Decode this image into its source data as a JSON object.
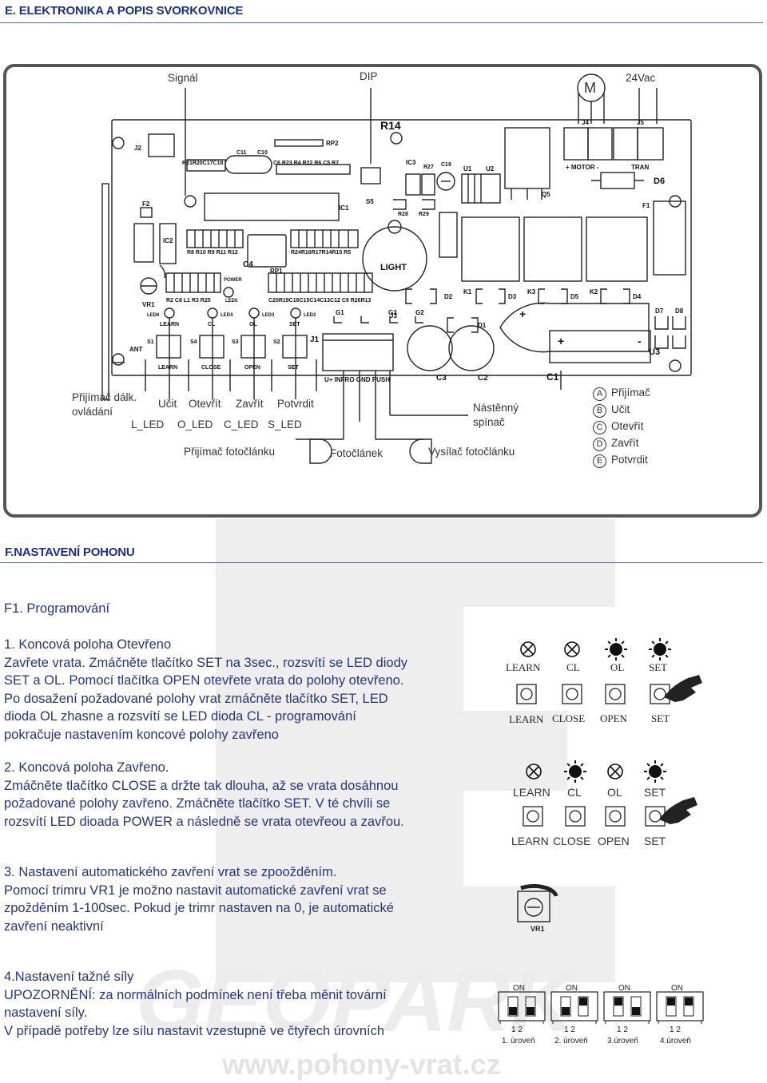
{
  "section_e": {
    "title": "E. ELEKTRONIKA A POPIS SVORKOVNICE"
  },
  "board": {
    "label_signal": "Signál",
    "label_dip": "DIP",
    "label_motor": "M",
    "label_24vac": "24Vac",
    "label_prijimac_dalk": "Přijímač dálk.",
    "label_ovladani": "ovládání",
    "label_ucit": "Učit",
    "label_otevrit": "Otevřít",
    "label_zavrit": "Zavřít",
    "label_potvrdit": "Potvrdit",
    "label_l_led": "L_LED",
    "label_o_led": "O_LED",
    "label_c_led": "C_LED",
    "label_s_led": "S_LED",
    "label_prijimac_fotoclanku": "Přijímač fotočlánku",
    "label_fotoclanek": "Fotočlánek",
    "label_vysilac_fotoclanku": "Vysílač fotočlánku",
    "label_nastenny": "Nástěnný",
    "label_spinac": "spínač",
    "legend": [
      {
        "letter": "A",
        "text": "Přijímač"
      },
      {
        "letter": "B",
        "text": "Učit"
      },
      {
        "letter": "C",
        "text": "Otevřít"
      },
      {
        "letter": "D",
        "text": "Zavřít"
      },
      {
        "letter": "E",
        "text": "Potvrdit"
      }
    ],
    "pcb": {
      "r14": "R14",
      "j2": "J2",
      "j4": "J4",
      "j5": "J5",
      "d6": "D6",
      "f1": "F1",
      "f2": "F2",
      "ic1": "IC1",
      "ic2": "IC2",
      "ic3": "IC3",
      "u1": "U1",
      "u2": "U2",
      "u3": "U3",
      "q5": "Q5",
      "rp1": "RP1",
      "rp2": "RP2",
      "c4": "C4",
      "s5": "S5",
      "light": "LIGHT",
      "motor": "+ MOTOR -",
      "tran": "TRAN",
      "k1": "K1",
      "k2": "K2",
      "k3": "K3",
      "d1": "D1",
      "d2": "D2",
      "d3": "D3",
      "d4": "D4",
      "d5": "D5",
      "d7": "D7",
      "d8": "D8",
      "c1": "C1",
      "c2": "C2",
      "c3": "C3",
      "j1": "J1",
      "j3": "J3",
      "ant": "ANT",
      "vr1": "VR1",
      "power": "POWER",
      "led5": "LED5",
      "g1": "G1",
      "g2": "G2",
      "g3": "G3",
      "row_top_left": "R21R20C17C18",
      "row_top_mid": "C6 R23 R4 R22 R6 C5 R7",
      "row_c11": "C11",
      "row_c10": "C10",
      "r27": "R27",
      "c19": "C19",
      "r28": "R28",
      "r29": "R29",
      "row_r8": "R8 R10 R9 R11 R12",
      "row_r24": "R24R16R17R14R15 R5",
      "row_c20": "C20R19C16C15C14C13C12 C9 R26R13",
      "row_r2": "R2 C8 L1 R3 R25",
      "led_learn": "LED6",
      "led_cl": "LED4",
      "led_ol": "LED3",
      "led_set": "LED2",
      "btn_learn": "LEARN",
      "btn_cl": "CL",
      "btn_ol": "OL",
      "btn_set": "SET",
      "s1": "S1",
      "s4": "S4",
      "s3": "S3",
      "s2": "S2",
      "sw_learn": "LEARN",
      "sw_close": "CLOSE",
      "sw_open": "OPEN",
      "sw_set": "SET",
      "j1_pins": "U+ INFRO GND PUSH",
      "plus": "+",
      "minus": "-"
    }
  },
  "section_f": {
    "title": "F.NASTAVENÍ POHONU"
  },
  "f1": {
    "title": "F1. Programování",
    "p1_lines": [
      "1. Koncová poloha Otevřeno",
      "Zavřete vrata. Zmáčněte tlačítko SET na 3sec., rozsvítí se LED diody",
      "SET a OL. Pomocí tlačítka OPEN otevřete vrata do polohy otevřeno.",
      "Po dosažení požadované polohy vrat zmáčněte tlačítko SET, LED",
      "dioda OL zhasne a rozsvítí se LED  dioda CL - programování",
      "pokračuje nastavením koncové polohy zavřeno"
    ],
    "p2_lines": [
      "2. Koncová poloha Zavřeno.",
      "Zmáčněte tlačítko CLOSE a držte tak dlouha, až se vrata dosáhnou",
      "požadované polohy zavřeno. Zmáčněte tlačítko SET. V té chvíli se",
      "rozsvítí LED dioada POWER a následně se vrata otevřeou a zavřou."
    ],
    "p3_lines": [
      "3. Nastavení automatického zavření vrat se zpoožděním.",
      "Pomocí trimru VR1 je možno nastavit automatické zavření vrat se",
      "zpožděním 1-100sec. Pokud je trimr nastaven na 0, je automatické",
      "zavření neaktivní"
    ],
    "p4_lines": [
      "4.Nastavení tažné síly",
      "UPOZORNĚNÍ: za normálních podmínek není třeba měnit tovární",
      "nastavení síly.",
      "V případě potřeby lze sílu nastavit vzestupně ve čtyřech úrovních"
    ]
  },
  "panel1": {
    "led_labels": [
      "LEARN",
      "CL",
      "OL",
      "SET"
    ],
    "led_states": [
      "off",
      "off",
      "on",
      "on"
    ],
    "btn_labels": [
      "LEARN",
      "CLOSE",
      "OPEN",
      "SET"
    ]
  },
  "panel2": {
    "led_labels": [
      "LEARN",
      "CL",
      "OL",
      "SET"
    ],
    "led_states": [
      "off",
      "on",
      "off",
      "on"
    ],
    "btn_labels": [
      "LEARN",
      "CLOSE",
      "OPEN",
      "SET"
    ]
  },
  "trimmer": {
    "label": "VR1"
  },
  "dip": {
    "on_label": "ON",
    "pin_numbers": "1 2",
    "levels": [
      "1. úroveň",
      "2. úroveň",
      "3.úroveň",
      "4.úroveň"
    ]
  },
  "watermark": {
    "brand": "GEOPARK",
    "url": "www.pohony-vrat.cz"
  },
  "colors": {
    "heading": "#1c2f86",
    "text": "#25357f",
    "frame": "#555555"
  }
}
